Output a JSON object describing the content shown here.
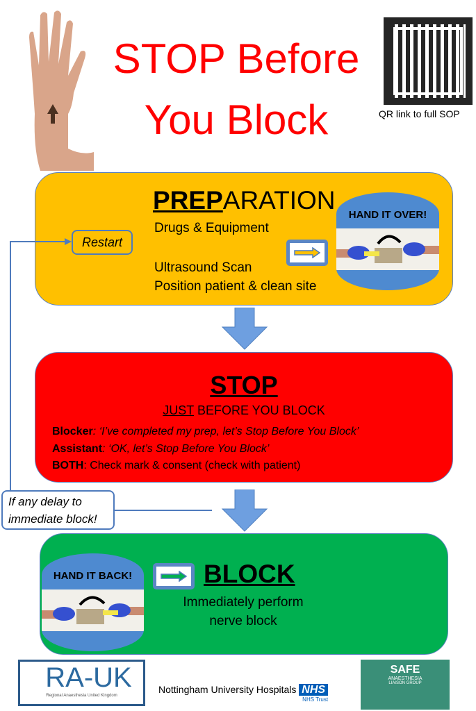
{
  "header": {
    "title_line1": "STOP Before",
    "title_line2": "You Block",
    "qr_caption": "QR link to full SOP"
  },
  "preparation": {
    "title_bold": "PREP",
    "title_rest": "ARATION",
    "items": [
      "Drugs & Equipment",
      "Ultrasound Scan",
      "Position patient & clean site"
    ],
    "restart": "Restart",
    "hand_over": "HAND IT OVER!",
    "color": "#ffc000"
  },
  "stop": {
    "title": "STOP",
    "subtitle_underlined": "JUST",
    "subtitle_rest": " BEFORE YOU BLOCK",
    "lines": [
      {
        "who": "Blocker",
        "text": ":  ‘I’ve completed my prep, let’s Stop Before You Block’"
      },
      {
        "who": "Assistant",
        "text": ": ‘OK, let’s Stop Before You Block’"
      },
      {
        "who": "BOTH",
        "text": ": Check mark & consent (check with patient)"
      }
    ],
    "color": "#ff0000"
  },
  "delay_note": {
    "line1": "If any delay to",
    "line2": "immediate block!"
  },
  "block": {
    "title": "BLOCK",
    "line1": "Immediately perform",
    "line2": "nerve block",
    "hand_back": "HAND IT BACK!",
    "color": "#00b050"
  },
  "footer": {
    "rauk": "RA-UK",
    "rauk_sub": "Regional Anaesthesia United Kingdom",
    "nuh": "Nottingham University Hospitals",
    "nhs": "NHS",
    "nhs_trust": "NHS Trust",
    "safe": "SAFE",
    "safe_sub1": "ANAESTHESIA",
    "safe_sub2": "LIAISON GROUP"
  }
}
